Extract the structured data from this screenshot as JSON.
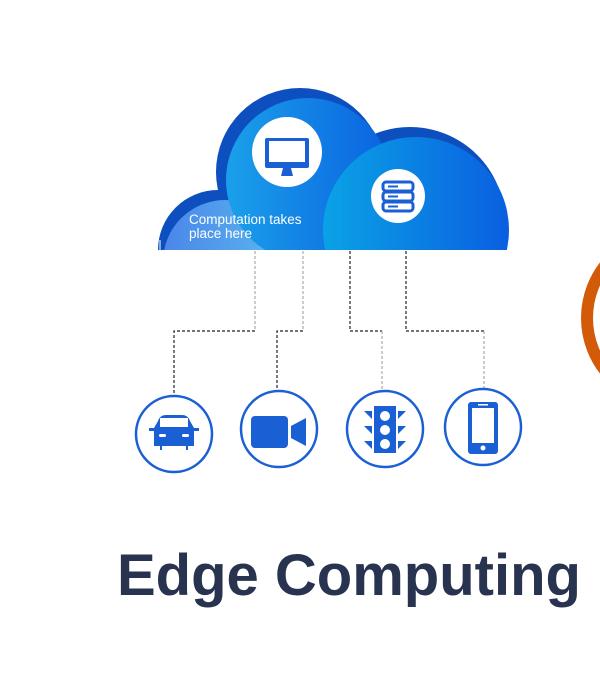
{
  "cloud": {
    "label_line1": "Computation takes",
    "label_line2": "place here",
    "icons": [
      "monitor-icon",
      "server-icon"
    ]
  },
  "devices": [
    {
      "icon": "car-icon"
    },
    {
      "icon": "video-camera-icon"
    },
    {
      "icon": "traffic-light-icon"
    },
    {
      "icon": "smartphone-icon"
    }
  ],
  "title": "Edge Computing",
  "colors": {
    "cloud_blue": "#0a6ee0",
    "cloud_dark": "#0d4fbf",
    "icon_blue": "#1a5fd4",
    "title": "#283350",
    "accent_orange": "#d35a08"
  }
}
